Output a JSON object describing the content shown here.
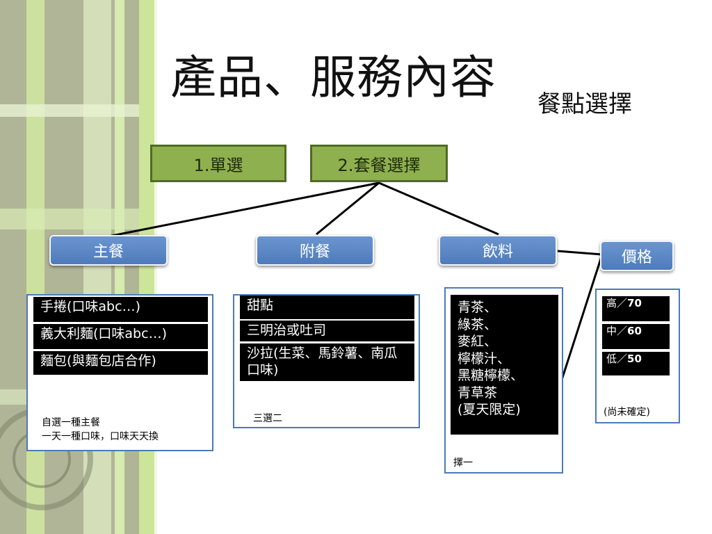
{
  "title": "產品、服務內容",
  "subtitle": "餐點選擇",
  "options": [
    {
      "label": "1.單選"
    },
    {
      "label": "2.套餐選擇"
    }
  ],
  "categories": {
    "main": "主餐",
    "side": "附餐",
    "drink": "飲料",
    "price": "價格"
  },
  "main_items": [
    "手捲(口味abc…)",
    "義大利麵(口味abc…)",
    "麵包(與麵包店合作)"
  ],
  "main_note_line1": "自選一種主餐",
  "main_note_line2": "一天一種口味，口味天天換",
  "side_items": [
    "甜點",
    "三明治或吐司",
    "沙拉(生菜、馬鈴薯、南瓜口味)"
  ],
  "side_note": "三選二",
  "drink_items": [
    "青茶、",
    "綠茶、",
    "麥紅、",
    "檸檬汁、",
    "黑糖檸檬、",
    "青草茶",
    "(夏天限定)"
  ],
  "drink_note": "擇一",
  "price_items": [
    {
      "tier": "高／",
      "amount": "70"
    },
    {
      "tier": "中／",
      "amount": "60"
    },
    {
      "tier": "低／",
      "amount": "50"
    }
  ],
  "price_note": "(尚未確定)",
  "colors": {
    "green": "#8fb04e",
    "blue": "#5585c4",
    "panel_border": "#4a7ab8",
    "accent": "#cde59a"
  }
}
